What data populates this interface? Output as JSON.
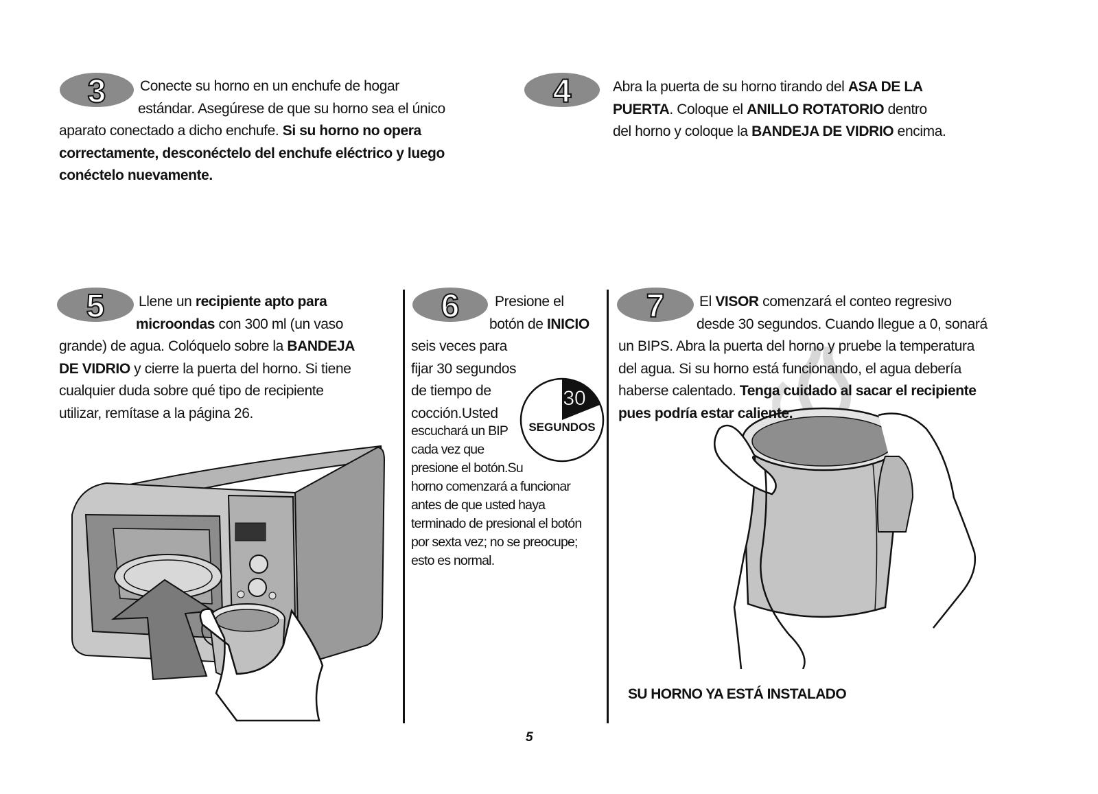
{
  "steps": {
    "s3": {
      "number": "3",
      "l1": "Conecte su horno en un enchufe de hogar",
      "l2": "estándar. Asegúrese de que su horno sea el único",
      "l3a": "aparato conectado a dicho enchufe. ",
      "l3b": "Si su horno no opera",
      "l4": "correctamente, desconéctelo del enchufe eléctrico y luego",
      "l5": "conéctelo nuevamente."
    },
    "s4": {
      "number": "4",
      "l1a": "Abra la puerta de su horno tirando del ",
      "l1b": "ASA DE LA",
      "l2a": "PUERTA",
      "l2b": ". Coloque el  ",
      "l2c": "ANILLO ROTATORIO",
      "l2d": "  dentro",
      "l3a": "del horno y coloque la ",
      "l3b": "BANDEJA DE VIDRIO",
      "l3c": " encima."
    },
    "s5": {
      "number": "5",
      "l1a": "Llene un ",
      "l1b": "recipiente apto para",
      "l2a": "microondas",
      "l2b": " con 300 ml (un vaso",
      "l3a": "grande) de agua. Colóquelo sobre la ",
      "l3b": "BANDEJA",
      "l4a": "DE VIDRIO",
      "l4b": " y cierre la puerta del horno. Si tiene",
      "l5": "cualquier duda sobre qué tipo de recipiente",
      "l6": "utilizar, remítase a la página 26."
    },
    "s6": {
      "number": "6",
      "l1": "Presione el",
      "l2a": "botón de ",
      "l2b": "INICIO",
      "l3": "seis veces para",
      "l4": "fijar 30 segundos",
      "l5": "de tiempo de",
      "l6": "cocción.Usted",
      "l7": "escuchará un BIP",
      "l8": "cada vez que",
      "l9": "presione el botón.Su",
      "l10": "horno comenzará a funcionar",
      "l11": "antes de que usted haya",
      "l12": "terminado de presional el botón",
      "l13": "por sexta vez; no se preocupe;",
      "l14": "esto es normal.",
      "timer_value": "30",
      "timer_label": "SEGUNDOS"
    },
    "s7": {
      "number": "7",
      "l1a": "El ",
      "l1b": "VISOR",
      "l1c": " comenzará el conteo regresivo",
      "l2": "desde 30 segundos. Cuando llegue a 0, sonará",
      "l3": "un BIPS. Abra la puerta del horno y pruebe la temperatura",
      "l4": "del agua. Si su horno está funcionando, el agua debería",
      "l5a": "haberse calentado. ",
      "l5b": "Tenga cuidado al sacar el recipiente",
      "l6": "pues podría estar caliente."
    }
  },
  "final_message": "SU HORNO YA ESTÁ INSTALADO",
  "page_number": "5",
  "colors": {
    "badge": "#8a8a8a",
    "ink": "#111111",
    "oven_gray": "#9a9a9a",
    "arrow_gray": "#7a7a7a"
  }
}
